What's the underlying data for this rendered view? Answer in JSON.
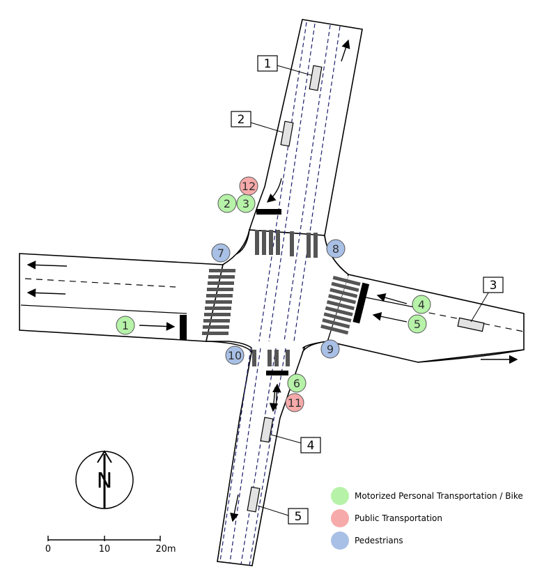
{
  "detectors": [
    {
      "id": "1",
      "label": "1"
    },
    {
      "id": "2",
      "label": "2"
    },
    {
      "id": "3",
      "label": "3"
    },
    {
      "id": "4",
      "label": "4"
    },
    {
      "id": "5",
      "label": "5"
    }
  ],
  "signals": [
    {
      "label": "1",
      "category": "vehicle"
    },
    {
      "label": "2",
      "category": "vehicle"
    },
    {
      "label": "3",
      "category": "vehicle"
    },
    {
      "label": "4",
      "category": "vehicle"
    },
    {
      "label": "5",
      "category": "vehicle"
    },
    {
      "label": "6",
      "category": "vehicle"
    },
    {
      "label": "7",
      "category": "pedestrian"
    },
    {
      "label": "8",
      "category": "pedestrian"
    },
    {
      "label": "9",
      "category": "pedestrian"
    },
    {
      "label": "10",
      "category": "pedestrian"
    },
    {
      "label": "11",
      "category": "public"
    },
    {
      "label": "12",
      "category": "public"
    }
  ],
  "colors": {
    "vehicle": "#b6f2a8",
    "public": "#f7aaaa",
    "pedestrian": "#a9c0e6",
    "tram_line": "#1c1c6a",
    "detector_fill": "#e2e2e2"
  },
  "legend": {
    "vehicle": "Motorized Personal Transportation / Bike",
    "public": "Public Transportation",
    "pedestrian": "Pedestrians"
  },
  "scale": {
    "t0": "0",
    "t1": "10",
    "t2": "20m"
  },
  "north": {
    "label": "N"
  }
}
